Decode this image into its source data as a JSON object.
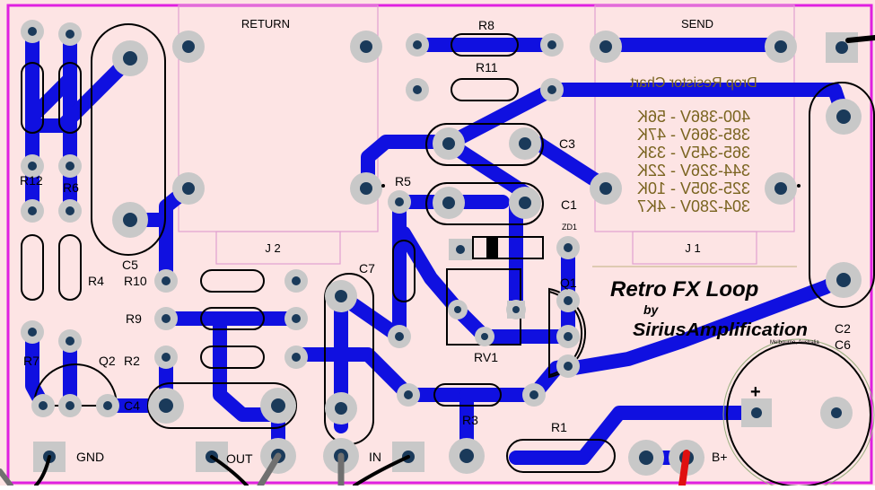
{
  "colors": {
    "board": "#fde4e4",
    "trace": "#1010e0",
    "pad": "#c8c8c8",
    "outline": "#000000",
    "silk_text": "#7a6420",
    "border": "#e020e0",
    "wire_red": "#e01010",
    "wire_gray": "#707070"
  },
  "board": {
    "title": "Retro FX Loop",
    "by": "by",
    "brand": "SiriusAmplification",
    "location": "Melbourne, Australia"
  },
  "jacks": {
    "return_label": "RETURN",
    "send_label": "SEND",
    "j2_label": "J 2",
    "j1_label": "J 1"
  },
  "chart": {
    "title": "Drop Resistor Chart",
    "rows": [
      "400-386V - 56K",
      "385-366V - 47K",
      "365-345V - 33K",
      "344-326V - 22K",
      "325-305V - 10K",
      "304-280V - 4K7"
    ]
  },
  "labels": {
    "R12": "R12",
    "R6": "R6",
    "R4": "R4",
    "R7": "R7",
    "Q2": "Q2",
    "R2": "R2",
    "C4": "C4",
    "C5": "C5",
    "R10": "R10",
    "R9": "R9",
    "C7": "C7",
    "R5": "R5",
    "R8": "R8",
    "R11": "R11",
    "C3": "C3",
    "C1": "C1",
    "ZD1": "ZD1",
    "Q1": "Q1",
    "RV1": "RV1",
    "R3": "R3",
    "R1": "R1",
    "C2": "C2",
    "C6": "C6",
    "plus": "+",
    "GND": "GND",
    "OUT": "OUT",
    "IN": "IN",
    "Bplus": "B+"
  }
}
